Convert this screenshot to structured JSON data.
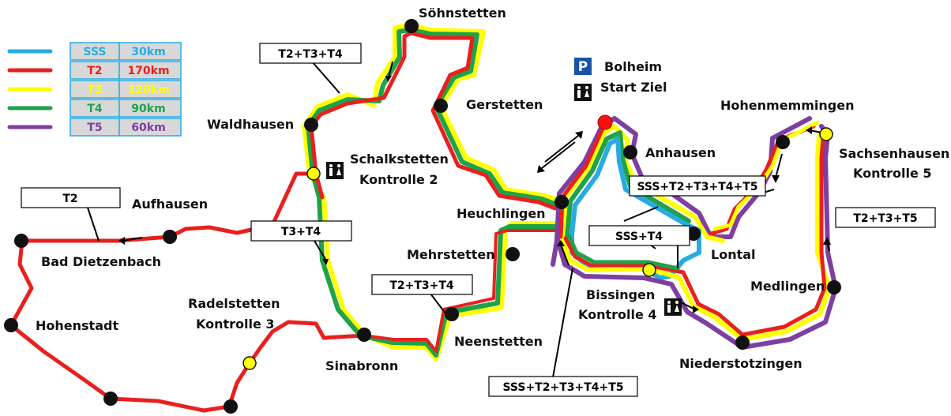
{
  "legend": [
    {
      "name": "SSS",
      "distance": "30km",
      "color": "#29abe2"
    },
    {
      "name": "T2",
      "distance": "170km",
      "color": "#e8201e"
    },
    {
      "name": "T3",
      "distance": "120km",
      "color": "#ffff00"
    },
    {
      "name": "T4",
      "distance": "90km",
      "color": "#1fa24a"
    },
    {
      "name": "T5",
      "distance": "60km",
      "color": "#7d3fa0"
    }
  ],
  "start": {
    "line1": "Bolheim",
    "line2": "Start Ziel",
    "parking_icon": "P",
    "icons": [
      "parking-icon",
      "restroom-icon"
    ]
  },
  "places": {
    "soehnstetten": "Söhnstetten",
    "gerstetten": "Gerstetten",
    "waldhausen": "Waldhausen",
    "schalkstetten": "Schalkstetten",
    "kontrolle2": "Kontrolle 2",
    "aufhausen": "Aufhausen",
    "bad_dietzenbach": "Bad Dietzenbach",
    "hohenstadt": "Hohenstadt",
    "radelstetten": "Radelstetten",
    "kontrolle3": "Kontrolle 3",
    "sinabronn": "Sinabronn",
    "neenstetten": "Neenstetten",
    "mehrstetten": "Mehrstetten",
    "heuchlingen": "Heuchlingen",
    "anhausen": "Anhausen",
    "lontal": "Lontal",
    "bissingen": "Bissingen",
    "kontrolle4": "Kontrolle 4",
    "niederstotzingen": "Niederstotzingen",
    "medlingen": "Medlingen",
    "hohenmemmingen": "Hohenmemmingen",
    "sachsenhausen": "Sachsenhausen",
    "kontrolle5": "Kontrolle 5"
  },
  "callouts": {
    "t2_t3_t4_top": "T2+T3+T4",
    "t2": "T2",
    "t3_t4": "T3+T4",
    "t2_t3_t4_mid": "T2+T3+T4",
    "sss_all_top": "SSS+T2+T3+T4+T5",
    "sss_t4": "SSS+T4",
    "t2_t3_t5": "T2+T3+T5",
    "sss_all_bottom": "SSS+T2+T3+T4+T5"
  }
}
